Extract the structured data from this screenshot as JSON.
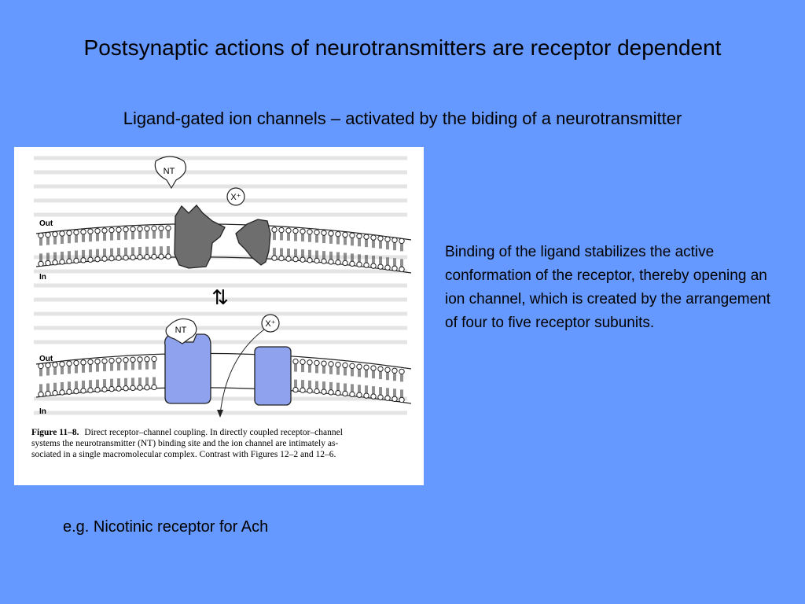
{
  "slide": {
    "title": "Postsynaptic actions of neurotransmitters are receptor dependent",
    "subtitle": "Ligand-gated ion channels – activated by the biding of a neurotransmitter",
    "body": "Binding of the ligand stabilizes the active conformation of the receptor, thereby opening an ion channel, which is created by the arrangement of four to five receptor subunits.",
    "example": "e.g. Nicotinic receptor for Ach"
  },
  "figure": {
    "labels": {
      "nt_top": "NT",
      "ion_top": "X⁺",
      "out_top": "Out",
      "in_top": "In",
      "nt_bottom": "NT",
      "ion_bottom": "X⁺",
      "out_bottom": "Out",
      "in_bottom": "In",
      "equilibrium": "⇅"
    },
    "caption": {
      "line1_bold": "Figure 11–8.",
      "line1_rest": "Direct receptor–channel coupling. In directly coupled receptor–channel",
      "line2": "systems the neurotransmitter (NT) binding site and the ion channel are intimately as-",
      "line3": "sociated in a single macromolecular complex. Contrast with Figures 12–2 and 12–6."
    },
    "colors": {
      "closed_receptor": "#6e6e6e",
      "open_receptor": "#8ea2ee",
      "nt_bubble": "#ffffff"
    }
  }
}
